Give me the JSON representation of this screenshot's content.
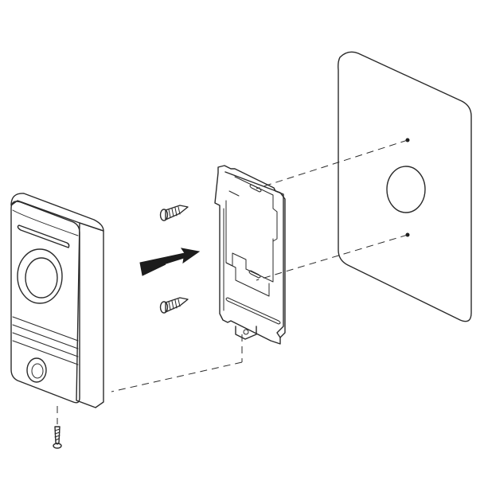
{
  "diagram": {
    "kind": "exploded-installation-view",
    "palette": {
      "line": "#2a2a2a",
      "panel_front": "#c9c9c9",
      "panel_side": "#8f8f8f",
      "panel_top": "#dcdcdc",
      "lens": "#6f6f6f",
      "background": "#ffffff"
    },
    "components": [
      "wall-plate",
      "mounting-bracket",
      "wall-screw-top",
      "wall-screw-bottom",
      "door-station-unit",
      "bottom-fixing-screw",
      "direction-arrow"
    ]
  }
}
